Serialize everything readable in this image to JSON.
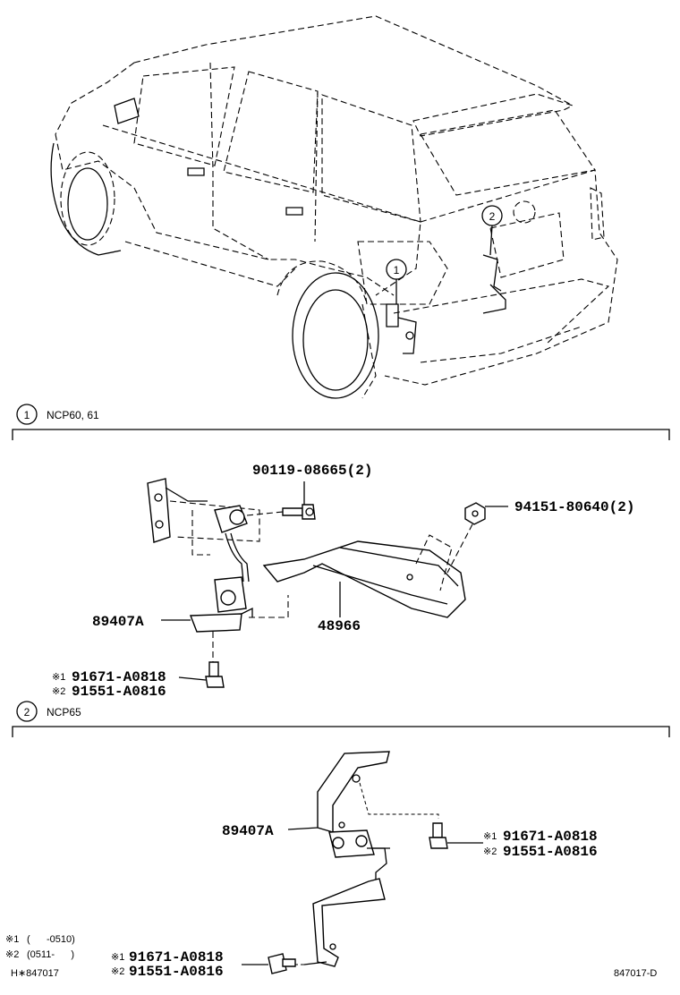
{
  "callouts": {
    "c1": "1",
    "c2": "2"
  },
  "section1": {
    "badge": "1",
    "title": "NCP60, 61",
    "parts": {
      "bolt_top": "90119-08665(2)",
      "nut": "94151-80640(2)",
      "sensor": "89407A",
      "bracket": "48966",
      "bolt_alt1_mark": "※1",
      "bolt_alt1": "91671-A0818",
      "bolt_alt2_mark": "※2",
      "bolt_alt2": "91551-A0816"
    }
  },
  "section2": {
    "badge": "2",
    "title": "NCP65",
    "parts": {
      "sensor": "89407A",
      "bolt_right_mark1": "※1",
      "bolt_right_1": "91671-A0818",
      "bolt_right_mark2": "※2",
      "bolt_right_2": "91551-A0816",
      "bolt_bottom_mark1": "※1",
      "bolt_bottom_1": "91671-A0818",
      "bolt_bottom_mark2": "※2",
      "bolt_bottom_2": "91551-A0816"
    }
  },
  "notes": {
    "note1_mark": "※1",
    "note1_range": "(      -0510)",
    "note2_mark": "※2",
    "note2_range": "(0511-      )",
    "ref_left": "H∗847017",
    "ref_right": "847017-D"
  }
}
